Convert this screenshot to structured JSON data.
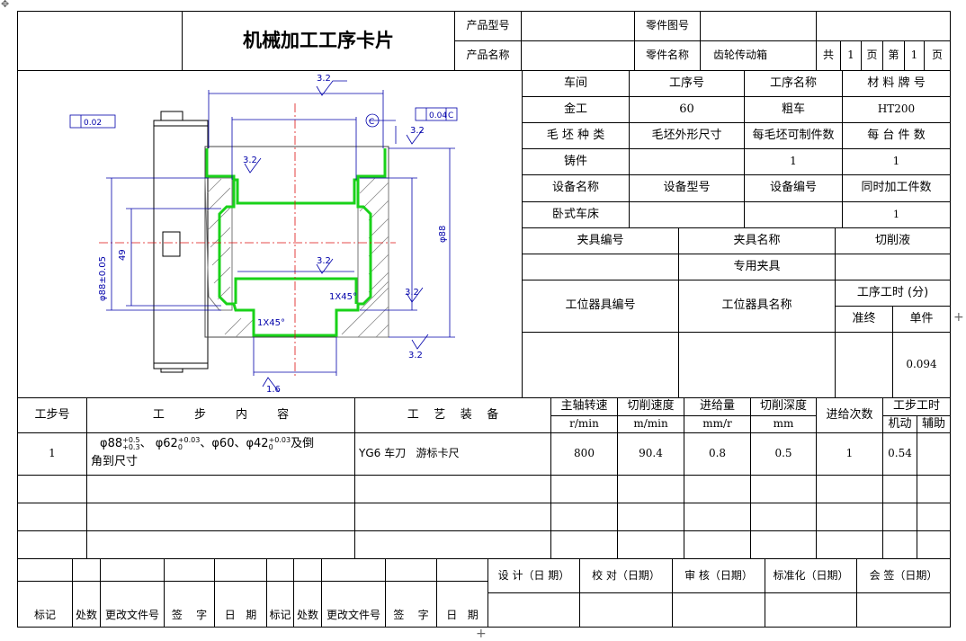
{
  "header": {
    "title": "机械加工工序卡片",
    "product_model_label": "产品型号",
    "part_drawing_no_label": "零件图号",
    "product_name_label": "产品名称",
    "part_name_label": "零件名称",
    "part_name": "齿轮传动箱",
    "total_label": "共",
    "total_pages": "1",
    "page_unit_1": "页",
    "current_label": "第",
    "current_page": "1",
    "page_unit_2": "页"
  },
  "process_info": {
    "workshop_label": "车间",
    "op_no_label": "工序号",
    "op_name_label": "工序名称",
    "material_label": "材 料 牌 号",
    "workshop": "金工",
    "op_no": "60",
    "op_name": "粗车",
    "material": "HT200",
    "blank_type_label": "毛 坯 种 类",
    "blank_size_label": "毛坯外形尺寸",
    "parts_per_blank_label": "每毛坯可制件数",
    "parts_per_unit_label": "每 台 件 数",
    "blank_type": "铸件",
    "blank_size": "",
    "parts_per_blank": "1",
    "parts_per_unit": "1",
    "equip_name_label": "设备名称",
    "equip_model_label": "设备型号",
    "equip_no_label": "设备编号",
    "simultaneous_label": "同时加工件数",
    "equip_name": "卧式车床",
    "equip_model": "",
    "equip_no": "",
    "simultaneous": "1",
    "fixture_no_label": "夹具编号",
    "fixture_name_label": "夹具名称",
    "coolant_label": "切削液",
    "fixture_no": "",
    "fixture_name": "专用夹具",
    "coolant": "",
    "station_tool_no_label": "工位器具编号",
    "station_tool_name_label": "工位器具名称",
    "op_time_label": "工序工时 (分)",
    "prep_label": "准终",
    "unit_label": "单件",
    "prep_time": "",
    "unit_time": "0.094"
  },
  "drawing": {
    "labels": {
      "r32a": "3.2",
      "r32b": "3.2",
      "r32c": "3.2",
      "r32d": "3.2",
      "r32e": "3.2",
      "r32f": "3.2",
      "r16": "1.6",
      "chamfer1": "1X45°",
      "chamfer2": "1X45°",
      "dim49": "49",
      "dim_left": "φ88±0.05",
      "dim_right": "φ88",
      "tol1": "0.02",
      "tol2": "0.04",
      "datum": "C"
    }
  },
  "steps_table": {
    "step_no_label": "工步号",
    "content_label": "工        步        内        容",
    "equipment_label": "工    艺    装    备",
    "spindle_speed_label": "主轴转速",
    "spindle_speed_unit": "r/min",
    "cutting_speed_label": "切削速度",
    "cutting_speed_unit": "m/min",
    "feed_label": "进给量",
    "feed_unit": "mm/r",
    "depth_label": "切削深度",
    "depth_unit": "mm",
    "passes_label": "进给次数",
    "step_time_label": "工步工时",
    "machine_time_label": "机动",
    "aux_time_label": "辅助",
    "rows": [
      {
        "step_no": "1",
        "content_line1": "φ88",
        "tol_a_up": "+0.5",
        "tol_a_down": "+0.3",
        "sep1": "、 φ62",
        "tol_b_up": "+0.03",
        "tol_b_down": "0",
        "sep2": "、φ60、φ42",
        "tol_c_up": "+0.03",
        "tol_c_down": "0",
        "tail": "及倒",
        "content_line2": "角到尺寸",
        "equipment": "YG6 车刀   游标卡尺",
        "spindle_speed": "800",
        "cutting_speed": "90.4",
        "feed": "0.8",
        "depth": "0.5",
        "passes": "1",
        "machine_time": "0.54",
        "aux_time": ""
      }
    ]
  },
  "footer": {
    "design_label": "设 计（日 期）",
    "check_label": "校 对（日期）",
    "review_label": "审 核（日期）",
    "standard_label": "标准化（日期）",
    "sign_label": "会 签（日期）",
    "mark_label": "标记",
    "place_label": "处数",
    "doc_no_label": "更改文件号",
    "signature_label": "签    字",
    "date_label": "日   期",
    "mark_label2": "标记",
    "place_label2": "处数",
    "doc_no_label2": "更改文件号",
    "signature_label2": "签    字",
    "date_label2": "日   期"
  }
}
